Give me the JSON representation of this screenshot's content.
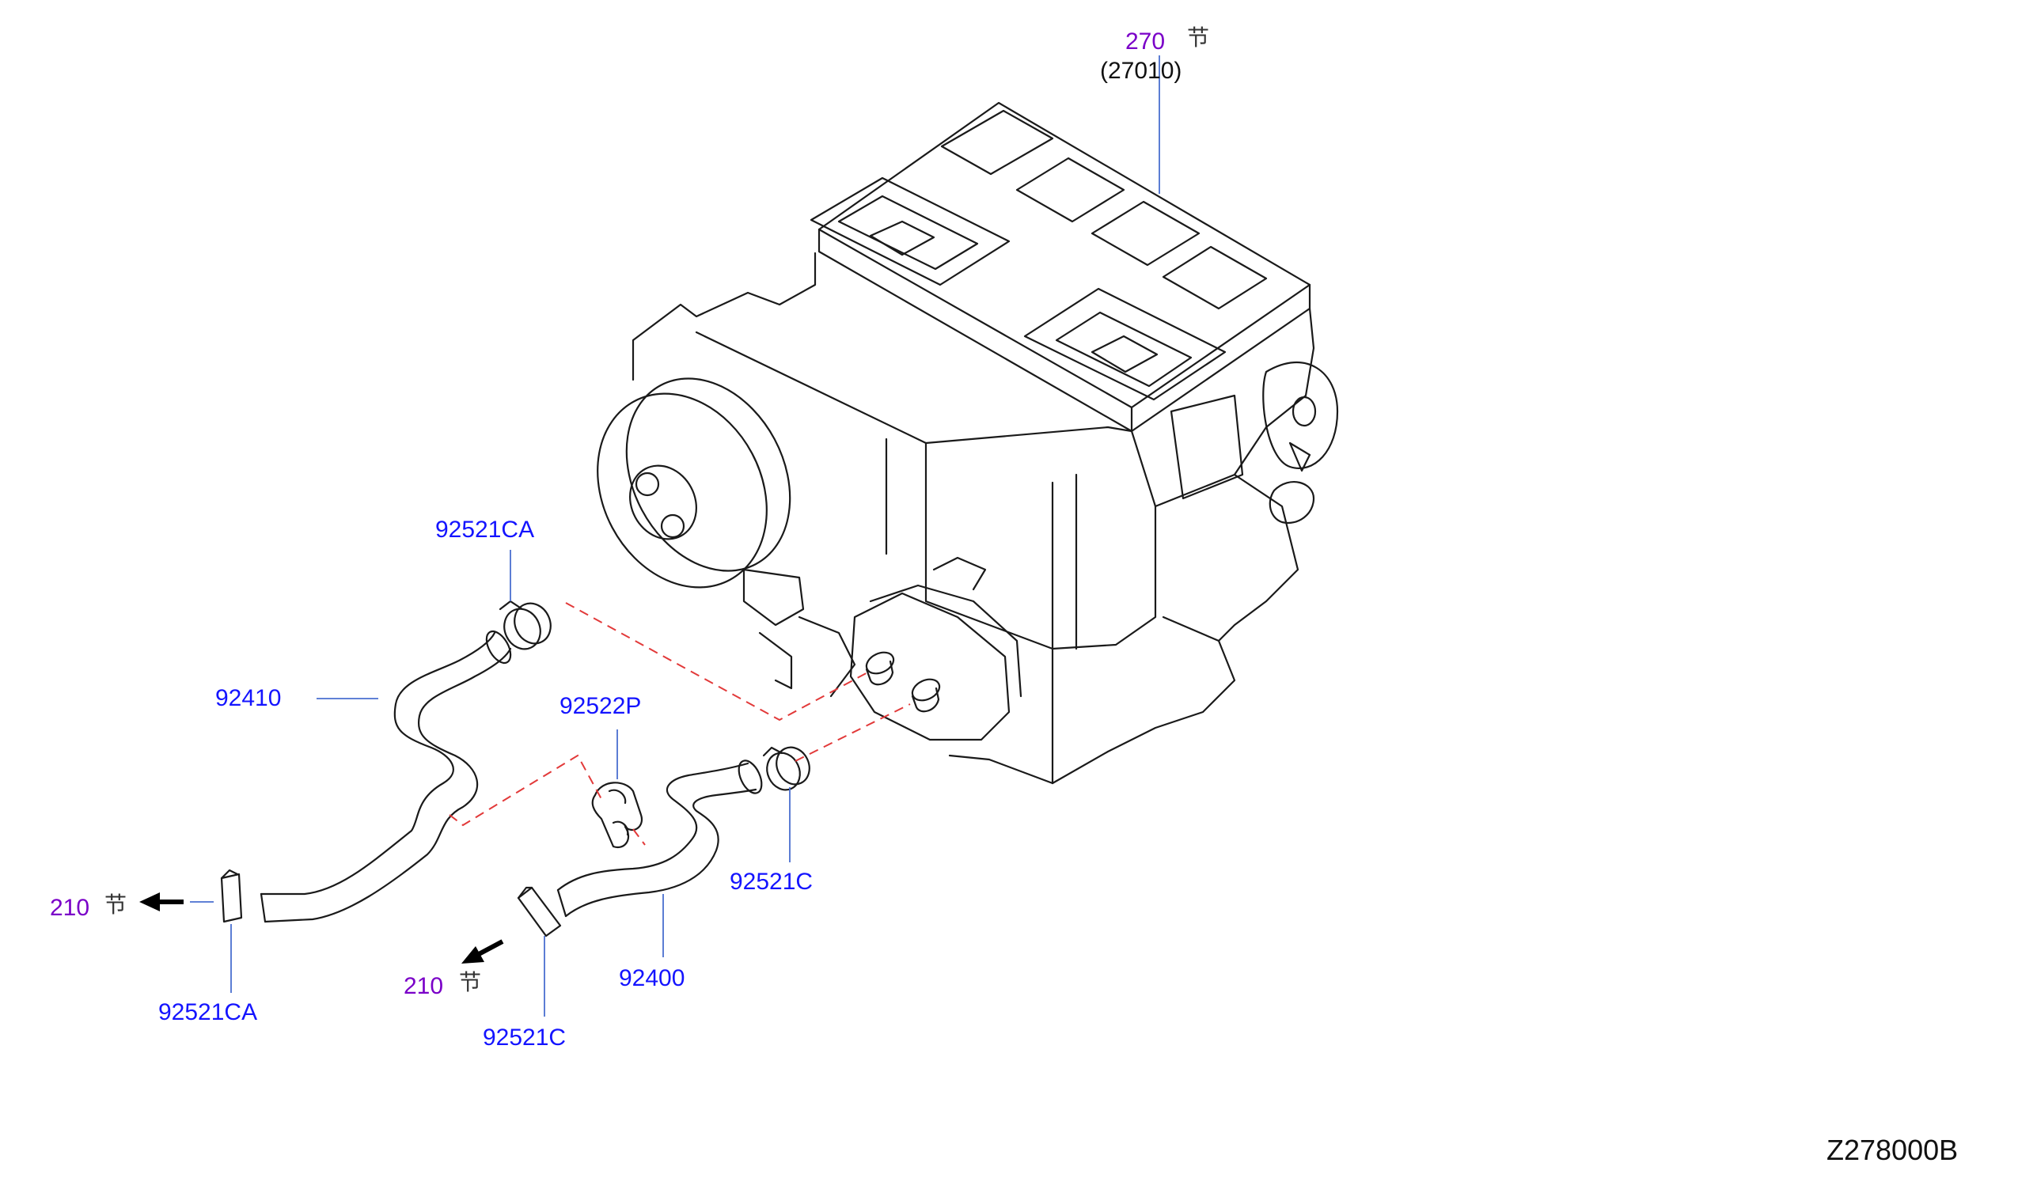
{
  "colors": {
    "part_label": "#1414ff",
    "section_label": "#7a00c8",
    "leader": "#4a6fd0",
    "dashed_connector": "#e23a3a",
    "line_art": "#1a1a1a"
  },
  "top_ref": {
    "section": "270",
    "kanji": "节",
    "part_number": "(27010)"
  },
  "labels": {
    "clamp_upper": "92521CA",
    "hose_upper": "92410",
    "clip_center": "92522P",
    "clamp_right": "92521C",
    "hose_lower": "92400",
    "clamp_lower_left": "92521CA",
    "clamp_lower_center": "92521C"
  },
  "refs": {
    "left": {
      "section": "210",
      "kanji": "节"
    },
    "bottom": {
      "section": "210",
      "kanji": "节"
    }
  },
  "icons": [
    "heater-unit-icon",
    "hose-icon",
    "hose-clamp-icon",
    "hose-clip-icon",
    "arrow-left-icon"
  ],
  "figure_code": "Z278000B"
}
